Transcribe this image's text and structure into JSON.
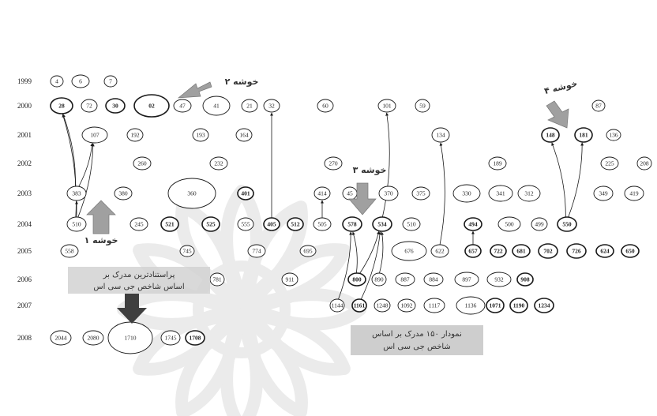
{
  "colors": {
    "ink": "#1a1a1a",
    "arrow_fill": "#9a9a9a",
    "dark_arrow_fill": "#4a4a4a",
    "watermark": "#ebebeb",
    "caption_bg": "#cfcfcf"
  },
  "years": [
    "1999",
    "2000",
    "2001",
    "2002",
    "2003",
    "2004",
    "2005",
    "2006",
    "2007",
    "2008"
  ],
  "nodes": [
    {
      "id": "4",
      "year": "1999"
    },
    {
      "id": "6",
      "year": "1999"
    },
    {
      "id": "7",
      "year": "1999"
    },
    {
      "id": "28",
      "year": "2000"
    },
    {
      "id": "72",
      "year": "2000"
    },
    {
      "id": "30",
      "year": "2000"
    },
    {
      "id": "02",
      "year": "2000"
    },
    {
      "id": "47",
      "year": "2000"
    },
    {
      "id": "41",
      "year": "2000"
    },
    {
      "id": "21",
      "year": "2000"
    },
    {
      "id": "32",
      "year": "2000"
    },
    {
      "id": "60",
      "year": "2000"
    },
    {
      "id": "101",
      "year": "2000"
    },
    {
      "id": "59",
      "year": "2000"
    },
    {
      "id": "87",
      "year": "2000"
    },
    {
      "id": "107",
      "year": "2001"
    },
    {
      "id": "192",
      "year": "2001"
    },
    {
      "id": "193",
      "year": "2001"
    },
    {
      "id": "164",
      "year": "2001"
    },
    {
      "id": "134",
      "year": "2001"
    },
    {
      "id": "148",
      "year": "2001"
    },
    {
      "id": "181",
      "year": "2001"
    },
    {
      "id": "136",
      "year": "2001"
    },
    {
      "id": "260",
      "year": "2002"
    },
    {
      "id": "232",
      "year": "2002"
    },
    {
      "id": "270",
      "year": "2002"
    },
    {
      "id": "189",
      "year": "2002"
    },
    {
      "id": "225",
      "year": "2002"
    },
    {
      "id": "208",
      "year": "2002"
    },
    {
      "id": "383",
      "year": "2003"
    },
    {
      "id": "380",
      "year": "2003"
    },
    {
      "id": "360",
      "year": "2003"
    },
    {
      "id": "401",
      "year": "2003"
    },
    {
      "id": "414",
      "year": "2003"
    },
    {
      "id": "45",
      "year": "2003"
    },
    {
      "id": "370",
      "year": "2003"
    },
    {
      "id": "375",
      "year": "2003"
    },
    {
      "id": "330",
      "year": "2003"
    },
    {
      "id": "341",
      "year": "2003"
    },
    {
      "id": "312",
      "year": "2003"
    },
    {
      "id": "349",
      "year": "2003"
    },
    {
      "id": "419",
      "year": "2003"
    },
    {
      "id": "510",
      "year": "2004"
    },
    {
      "id": "245",
      "year": "2004"
    },
    {
      "id": "521",
      "year": "2004"
    },
    {
      "id": "525",
      "year": "2004"
    },
    {
      "id": "555",
      "year": "2004"
    },
    {
      "id": "405",
      "year": "2004"
    },
    {
      "id": "512",
      "year": "2004"
    },
    {
      "id": "505",
      "year": "2004"
    },
    {
      "id": "578",
      "year": "2004"
    },
    {
      "id": "534",
      "year": "2004"
    },
    {
      "id": "510b",
      "year": "2004",
      "label": "510"
    },
    {
      "id": "494",
      "year": "2004"
    },
    {
      "id": "500",
      "year": "2004"
    },
    {
      "id": "499",
      "year": "2004"
    },
    {
      "id": "550",
      "year": "2004"
    },
    {
      "id": "558",
      "year": "2005"
    },
    {
      "id": "745",
      "year": "2005"
    },
    {
      "id": "774",
      "year": "2005"
    },
    {
      "id": "695",
      "year": "2005"
    },
    {
      "id": "676",
      "year": "2005"
    },
    {
      "id": "622",
      "year": "2005"
    },
    {
      "id": "657",
      "year": "2005"
    },
    {
      "id": "722",
      "year": "2005"
    },
    {
      "id": "681",
      "year": "2005"
    },
    {
      "id": "702",
      "year": "2005"
    },
    {
      "id": "726",
      "year": "2005"
    },
    {
      "id": "624",
      "year": "2005"
    },
    {
      "id": "650",
      "year": "2005"
    },
    {
      "id": "781",
      "year": "2006"
    },
    {
      "id": "911",
      "year": "2006"
    },
    {
      "id": "800",
      "year": "2006"
    },
    {
      "id": "890",
      "year": "2006"
    },
    {
      "id": "887",
      "year": "2006"
    },
    {
      "id": "884",
      "year": "2006"
    },
    {
      "id": "897",
      "year": "2006"
    },
    {
      "id": "932",
      "year": "2006"
    },
    {
      "id": "908",
      "year": "2006"
    },
    {
      "id": "1144",
      "year": "2007"
    },
    {
      "id": "1161",
      "year": "2007"
    },
    {
      "id": "1248",
      "year": "2007"
    },
    {
      "id": "1092",
      "year": "2007"
    },
    {
      "id": "1117",
      "year": "2007"
    },
    {
      "id": "1136",
      "year": "2007"
    },
    {
      "id": "1071",
      "year": "2007"
    },
    {
      "id": "1190",
      "year": "2007"
    },
    {
      "id": "1234",
      "year": "2007"
    },
    {
      "id": "2044",
      "year": "2008"
    },
    {
      "id": "2080",
      "year": "2008"
    },
    {
      "id": "1710",
      "year": "2008"
    },
    {
      "id": "1745",
      "year": "2008"
    },
    {
      "id": "1708",
      "year": "2008"
    }
  ],
  "edges": [
    [
      "510",
      "383"
    ],
    [
      "510",
      "107"
    ],
    [
      "383",
      "28"
    ],
    [
      "383",
      "107"
    ],
    [
      "510",
      "28"
    ],
    [
      "405",
      "32"
    ],
    [
      "534",
      "101"
    ],
    [
      "622",
      "134"
    ],
    [
      "550",
      "148"
    ],
    [
      "550",
      "181"
    ],
    [
      "505",
      "414"
    ],
    [
      "800",
      "578"
    ],
    [
      "800",
      "534"
    ],
    [
      "1144",
      "578"
    ],
    [
      "1161",
      "534"
    ],
    [
      "890",
      "534"
    ],
    [
      "657",
      "494"
    ]
  ],
  "annotations": {
    "cluster1": "خوشه ۱",
    "cluster2": "خوشه ۲",
    "cluster3": "خوشه ۳",
    "cluster4": "خوشه ۴",
    "caption_top": "پراستنادترین مدرک بر",
    "caption_bottom": "اساس شاخص جی سی اس",
    "chart_caption_top": "نمودار ۱۵۰ مدرک بر اساس",
    "chart_caption_bottom": "شاخص جی سی اس"
  }
}
